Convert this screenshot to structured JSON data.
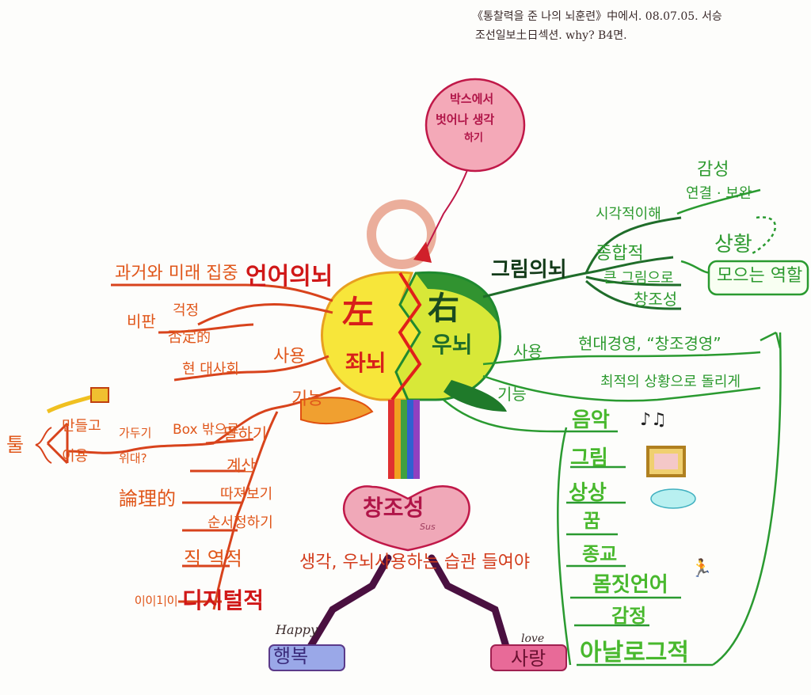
{
  "header": {
    "line1": "《통찰력을 준 나의 뇌훈련》中에서. 08.07.05. 서승",
    "line2": "조선일보土日섹션. why? B4면."
  },
  "balloon": {
    "line1": "박스에서",
    "line2": "벗어나 생각",
    "line3": "하기"
  },
  "center": {
    "left_hanja": "左",
    "left_label": "좌뇌",
    "right_hanja": "右",
    "right_label": "우뇌",
    "bottom": "창조성",
    "bottom_sub": "Sus",
    "habit": "생각, 우뇌사용하는 습관 들여야",
    "foot_left_en": "Happy",
    "foot_left": "행복",
    "foot_right_en": "love",
    "foot_right": "사랑"
  },
  "left": {
    "language": "언어의뇌",
    "past_future": "과거와 미래 집중",
    "criticism": "비판",
    "worry": "걱정",
    "hypo": "否定的",
    "use": "사용",
    "modern": "현 대사회",
    "function": "기능",
    "box": "Box 밖으로",
    "tool": "툴",
    "make": "만들고",
    "use2": "이용",
    "guide": "가두기",
    "why": "위대?",
    "speak": "말하기",
    "calc": "계산",
    "follow": "따져보기",
    "logic": "論理的",
    "order": "순서정하기",
    "linear": "직 역적",
    "digital": "디지털적",
    "binary": "0|0|1|0|"
  },
  "right": {
    "emotion": "감성",
    "connect": "연결 · 보완",
    "visual": "시각적이해",
    "picture": "그림의뇌",
    "comprehensive": "종합적",
    "bigpic": "큰 그림으로",
    "situation": "상황",
    "creative": "창조성",
    "collect": "모으는 역할",
    "use": "사용",
    "modern_mgmt": "현대경영, “창조경영”",
    "optimal": "최적의 상황으로 돌리게",
    "function": "기능",
    "music": "음악",
    "painting": "그림",
    "imagine": "상상",
    "dream": "꿈",
    "religion": "종교",
    "body": "몸짓언어",
    "feel": "감정",
    "analog": "아날로그적"
  },
  "colors": {
    "left_branch": "#d8431c",
    "right_branch": "#2a9a30",
    "dark_green": "#1f6d2a",
    "yellow": "#f6e24a",
    "pink": "#e89aa8"
  }
}
